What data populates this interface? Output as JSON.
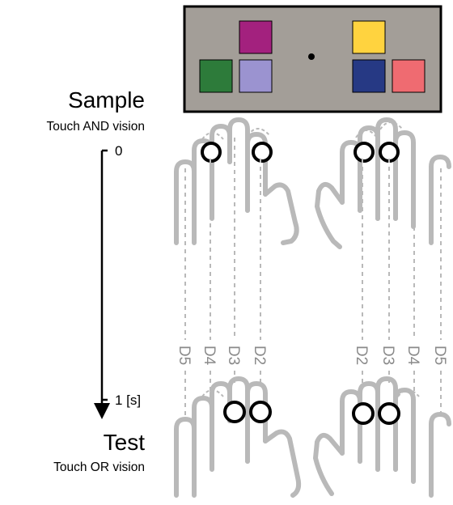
{
  "phases": {
    "sample": {
      "title": "Sample",
      "subtitle": "Touch AND vision"
    },
    "test": {
      "title": "Test",
      "subtitle": "Touch OR vision"
    }
  },
  "timeline": {
    "start_label": "0",
    "end_label": "1 [s]"
  },
  "digits": {
    "left": [
      "D5",
      "D4",
      "D3",
      "D2"
    ],
    "right": [
      "D2",
      "D3",
      "D4",
      "D5"
    ]
  },
  "screen": {
    "background": "#a39e98",
    "fixation": "fixation-dot",
    "left_squares": [
      "#a3217e",
      "#2d7b3a",
      "#9b93d0"
    ],
    "right_squares": [
      "#ffd33f",
      "#263984",
      "#ef6b71"
    ]
  }
}
